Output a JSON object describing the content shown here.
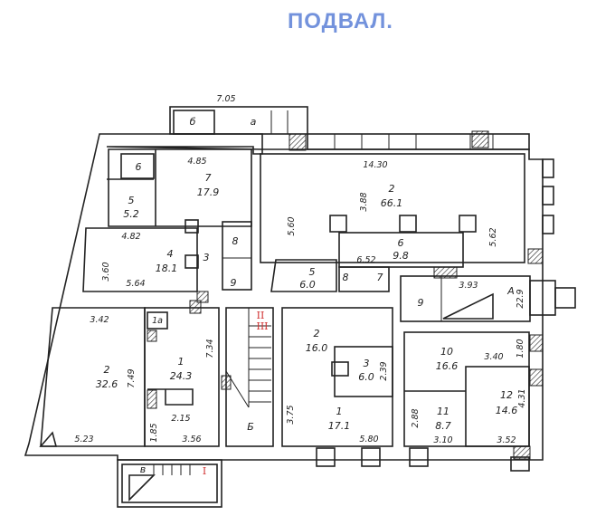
{
  "title": "ПОДВАЛ.",
  "rooms": {
    "b_top": "б",
    "a_top": "а",
    "r6_left": "6",
    "r7": "7",
    "r7_area": "17.9",
    "r5_left": "5",
    "r5_left_area": "5.2",
    "r4": "4",
    "r4_area": "18.1",
    "r3_left": "3",
    "r8_left": "8",
    "r9_left": "9",
    "r2_big": "2",
    "r2_big_area": "66.1",
    "r6_mid": "6",
    "r6_mid_area": "9.8",
    "r5_mid": "5",
    "r5_mid_area": "6.0",
    "r8_mid": "8",
    "r7_mid": "7",
    "r9_stair": "9",
    "stair_A": "А",
    "stair_A_area": "22.9",
    "r2_bl": "2",
    "r2_bl_area": "32.6",
    "r1a": "1а",
    "r1_bl": "1",
    "r1_bl_area": "24.3",
    "stair_B": "Б",
    "r2_bm": "2",
    "r2_bm_area": "16.0",
    "r3_bm": "3",
    "r3_bm_area": "6.0",
    "r1_bm": "1",
    "r1_bm_area": "17.1",
    "r10": "10",
    "r10_area": "16.6",
    "r11": "11",
    "r11_area": "8.7",
    "r12": "12",
    "r12_area": "14.6",
    "v_bottom": "в"
  },
  "dimensions": {
    "d705": "7.05",
    "d485": "4.85",
    "d482": "4.82",
    "d360": "3.60",
    "d564": "5.64",
    "d1430": "14.30",
    "d388": "3.88",
    "d560": "5.60",
    "d562": "5.62",
    "d652": "6.52",
    "d393": "3.93",
    "d342": "3.42",
    "d749": "7.49",
    "d734": "7.34",
    "d215": "2.15",
    "d185": "1.85",
    "d523": "5.23",
    "d356": "3.56",
    "d375": "3.75",
    "d239": "2.39",
    "d580": "5.80",
    "d340": "3.40",
    "d180": "1.80",
    "d431": "4.31",
    "d288": "2.88",
    "d310": "3.10",
    "d352": "3.52"
  },
  "sections": {
    "s1": "I",
    "s2": "II",
    "s3": "III"
  }
}
